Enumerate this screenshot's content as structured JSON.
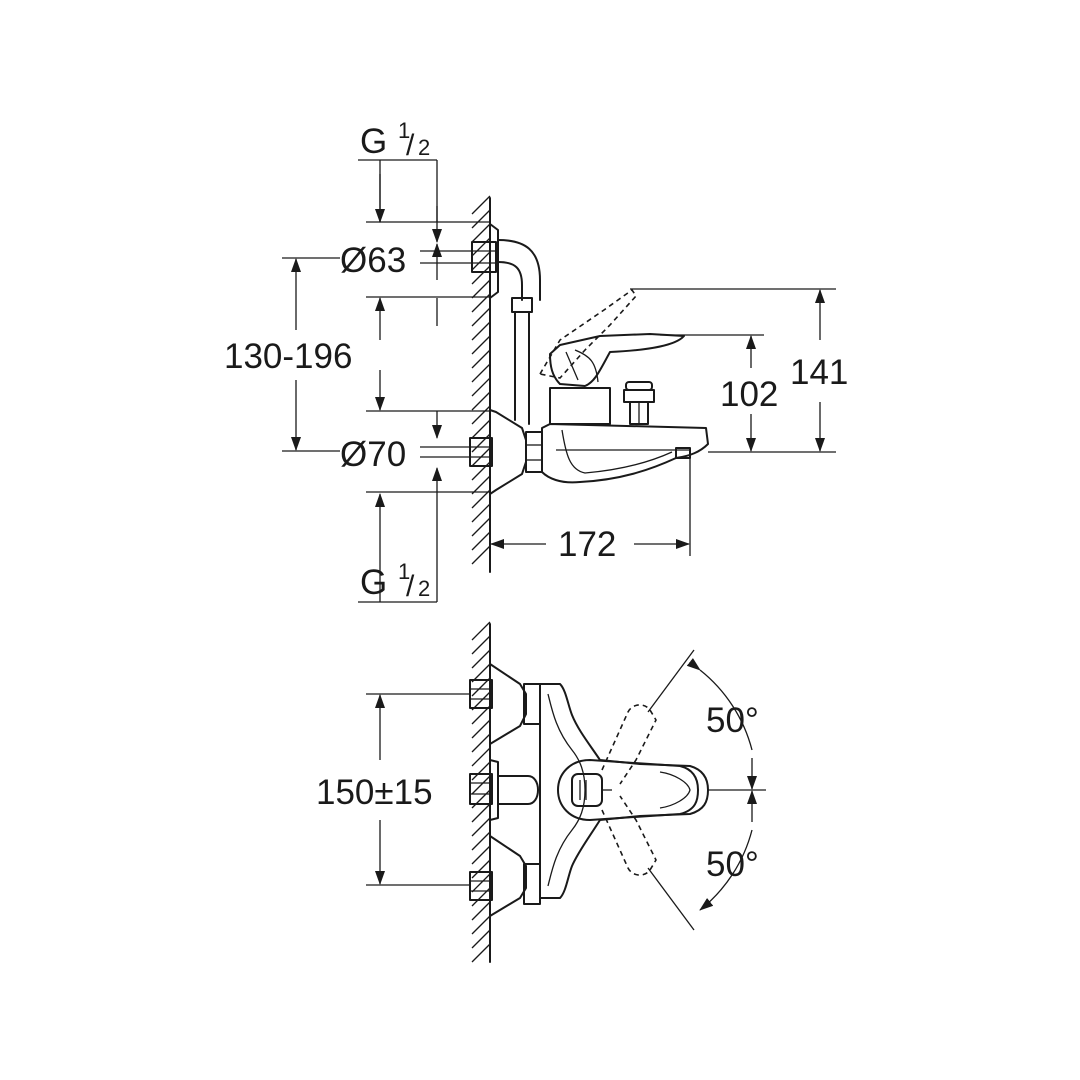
{
  "side_view": {
    "thread_top": {
      "letter": "G",
      "num": "1",
      "den": "2"
    },
    "thread_bottom": {
      "letter": "G",
      "num": "1",
      "den": "2"
    },
    "dia_top": "Ø63",
    "dia_bottom": "Ø70",
    "center_distance": "130-196",
    "height_lever": "102",
    "height_total": "141",
    "projection": "172"
  },
  "top_view": {
    "spacing": "150±15",
    "angle_top": "50°",
    "angle_bottom": "50°"
  }
}
